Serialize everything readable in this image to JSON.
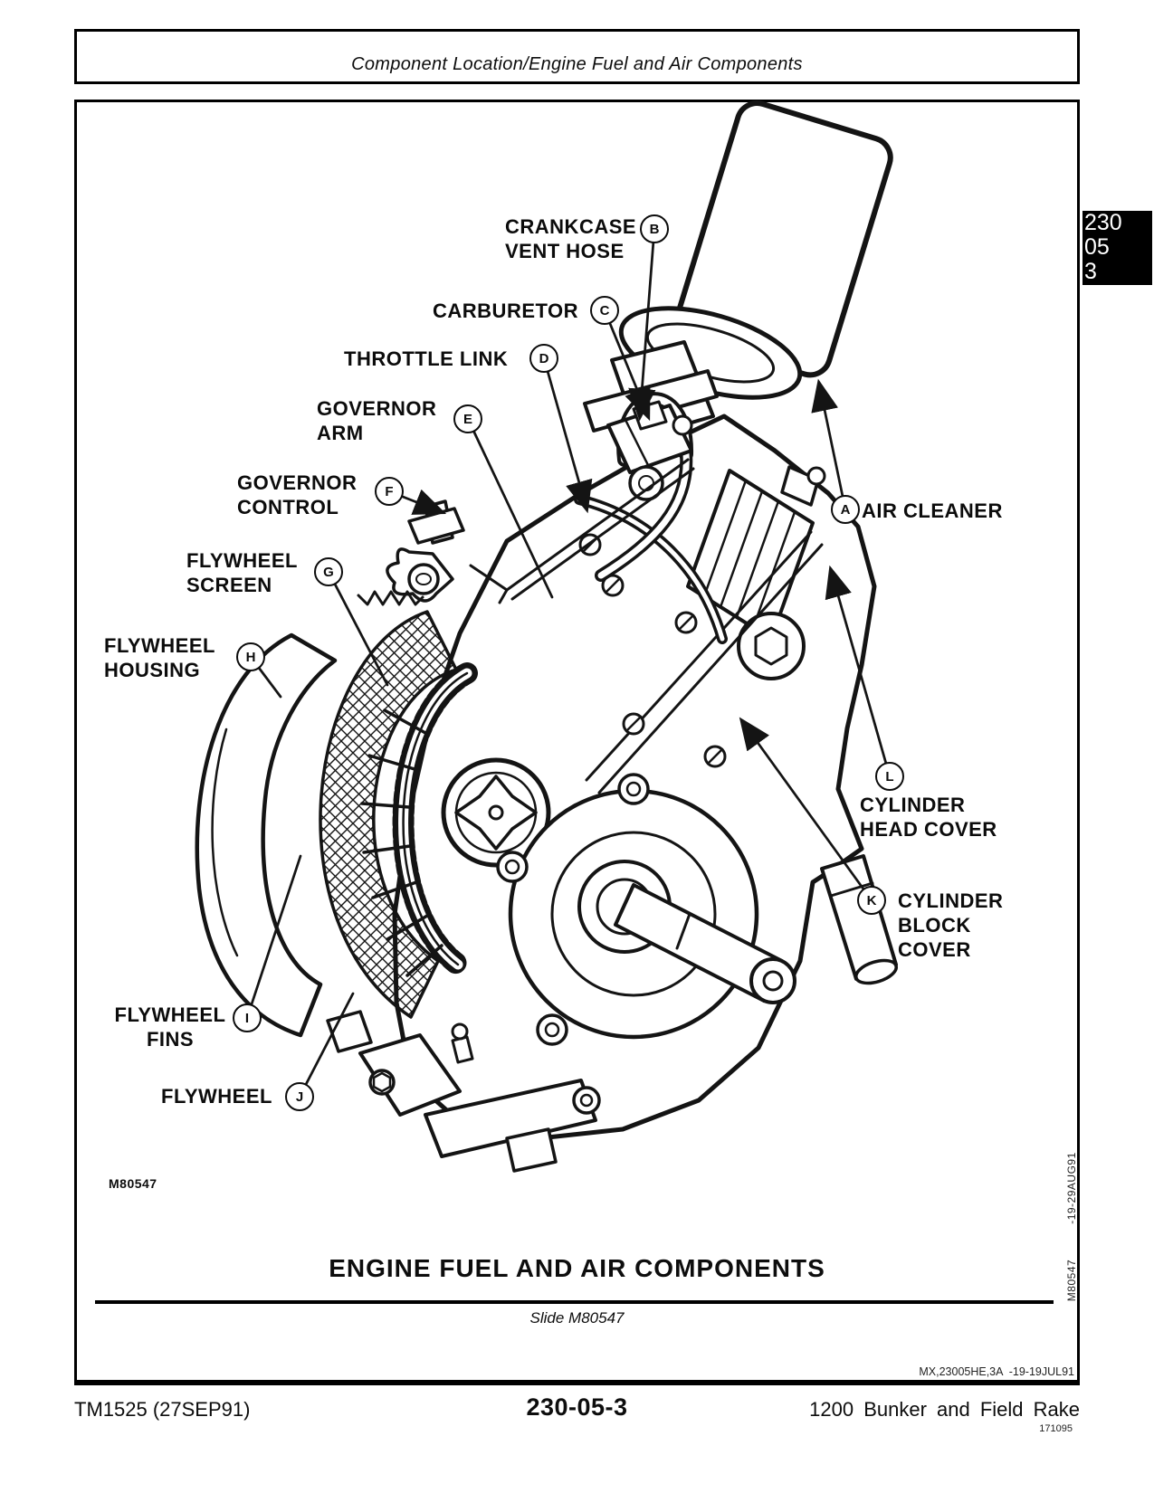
{
  "header": {
    "title": "Component Location/Engine Fuel and Air Components"
  },
  "section_tab": {
    "group": "230",
    "section": "05",
    "page": "3"
  },
  "figure": {
    "image_code": "M80547",
    "title": "ENGINE FUEL AND AIR COMPONENTS",
    "caption": "Slide M80547",
    "margin_code_upper": "-19-29AUG91",
    "margin_code_lower": "M80547",
    "doc_code": "MX,23005HE,3A  -19-19JUL91",
    "callouts": {
      "A": {
        "letter": "A",
        "label": "AIR CLEANER"
      },
      "B": {
        "letter": "B",
        "label": "CRANKCASE\nVENT HOSE"
      },
      "C": {
        "letter": "C",
        "label": "CARBURETOR"
      },
      "D": {
        "letter": "D",
        "label": "THROTTLE LINK"
      },
      "E": {
        "letter": "E",
        "label": "GOVERNOR\nARM"
      },
      "F": {
        "letter": "F",
        "label": "GOVERNOR\nCONTROL"
      },
      "G": {
        "letter": "G",
        "label": "FLYWHEEL\nSCREEN"
      },
      "H": {
        "letter": "H",
        "label": "FLYWHEEL\nHOUSING"
      },
      "I": {
        "letter": "I",
        "label": "FLYWHEEL\nFINS"
      },
      "J": {
        "letter": "J",
        "label": "FLYWHEEL"
      },
      "K": {
        "letter": "K",
        "label": "CYLINDER\nBLOCK\nCOVER"
      },
      "L": {
        "letter": "L",
        "label": "CYLINDER\nHEAD COVER"
      }
    }
  },
  "footer": {
    "manual_number": "TM1525 (27SEP91)",
    "page_number": "230-05-3",
    "product": "1200 Bunker and Field Rake",
    "print_code": "171095"
  }
}
